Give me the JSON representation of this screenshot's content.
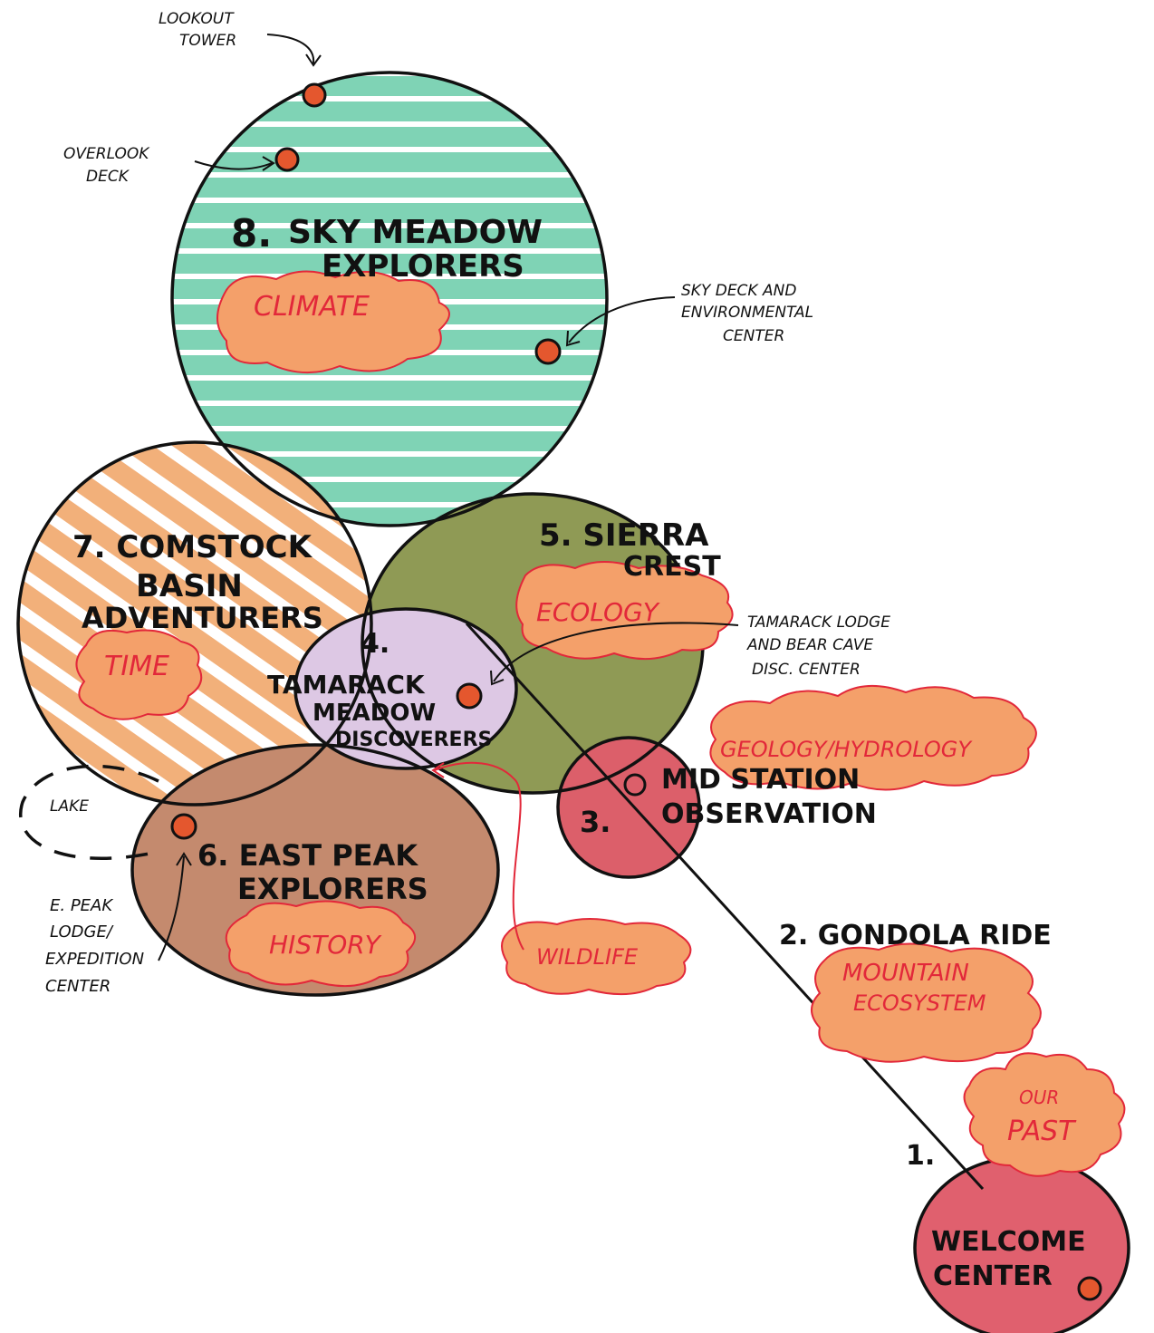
{
  "zones": {
    "sky_meadow": {
      "number": "8.",
      "title_line1": "SKY MEADOW",
      "title_line2": "EXPLORERS",
      "theme": "CLIMATE"
    },
    "comstock": {
      "title_line1": "7. COMSTOCK",
      "title_line2": "BASIN",
      "title_line3": "ADVENTURERS",
      "theme": "TIME"
    },
    "sierra_crest": {
      "title_line1": "5. SIERRA",
      "title_line2": "CREST",
      "theme": "ECOLOGY"
    },
    "tamarack": {
      "number": "4.",
      "title_line1": "TAMARACK",
      "title_line2": "MEADOW",
      "title_line3": "DISCOVERERS"
    },
    "east_peak": {
      "title_line1": "6. EAST PEAK",
      "title_line2": "EXPLORERS",
      "theme": "HISTORY"
    },
    "mid_station": {
      "number": "3.",
      "title_line1": "MID STATION",
      "title_line2": "OBSERVATION"
    },
    "gondola": {
      "title": "2. GONDOLA RIDE",
      "theme_line1": "MOUNTAIN",
      "theme_line2": "ECOSYSTEM"
    },
    "welcome": {
      "number": "1.",
      "title_line1": "WELCOME",
      "title_line2": "CENTER"
    }
  },
  "themes": {
    "geology": "GEOLOGY/HYDROLOGY",
    "wildlife": "WILDLIFE",
    "our": "OUR",
    "past": "PAST"
  },
  "labels": {
    "lookout_line1": "LOOKOUT",
    "lookout_line2": "TOWER",
    "overlook_line1": "OVERLOOK",
    "overlook_line2": "DECK",
    "sky_deck_line1": "SKY DECK AND",
    "sky_deck_line2": "ENVIRONMENTAL",
    "sky_deck_line3": "CENTER",
    "tamarack_lodge_line1": "TAMARACK LODGE",
    "tamarack_lodge_line2": "AND BEAR CAVE",
    "tamarack_lodge_line3": "DISC. CENTER",
    "lake": "LAKE",
    "epeak_line1": "E. PEAK",
    "epeak_line2": "LODGE/",
    "epeak_line3": "EXPEDITION",
    "epeak_line4": "CENTER"
  },
  "colors": {
    "sky_meadow": "#7fd3b5",
    "comstock": "#f2b07a",
    "sierra_crest": "#8f9a55",
    "tamarack": "#ddc8e4",
    "east_peak": "#c48a6e",
    "mid_station": "#dc5f6a",
    "welcome": "#e0606e",
    "cloud": "#f4a06a",
    "theme_text": "#e2283a",
    "poi": "#e4572e"
  }
}
